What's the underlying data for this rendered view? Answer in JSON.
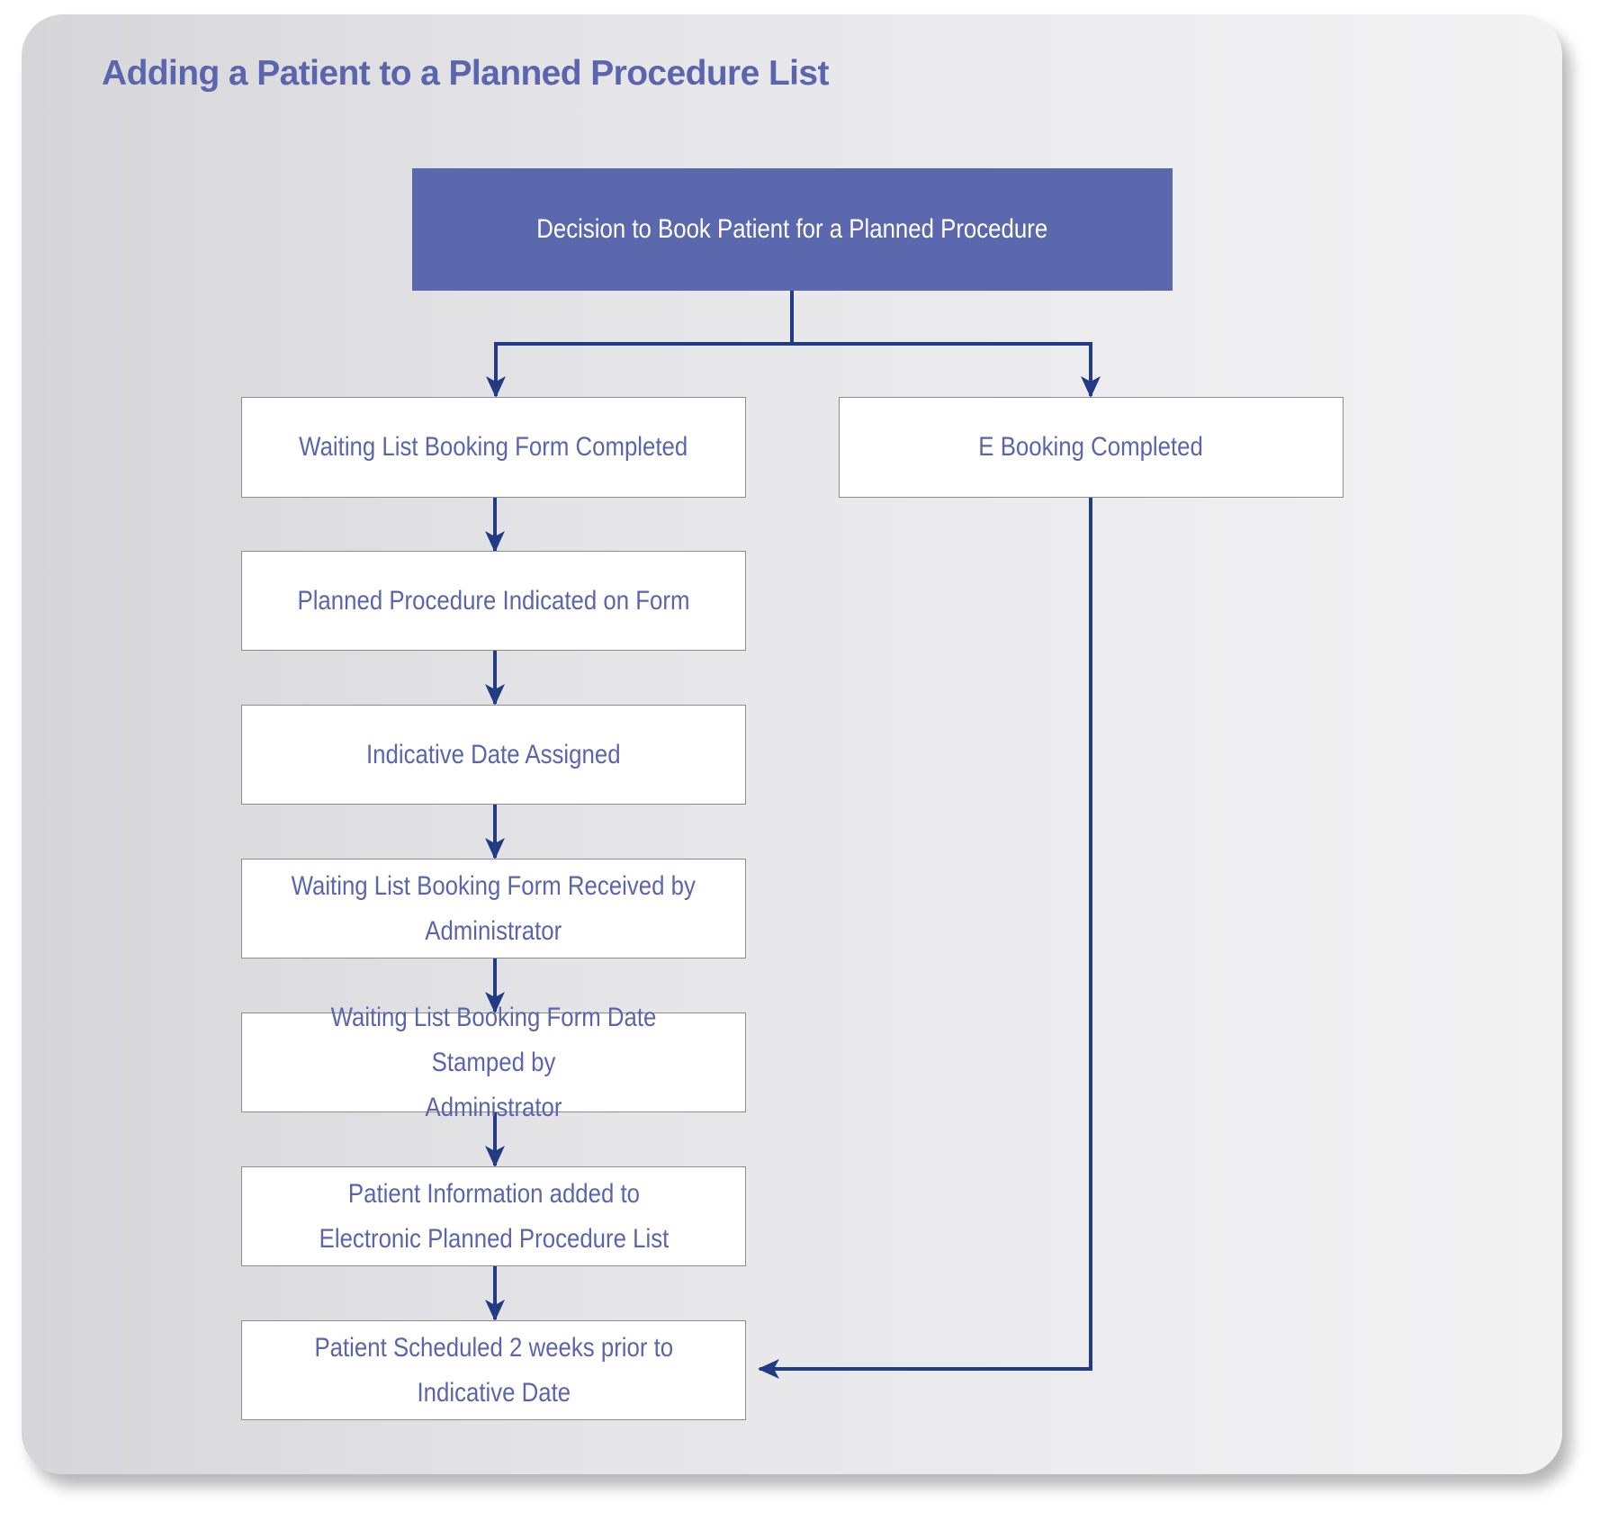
{
  "title": "Adding a Patient to a Planned Procedure List",
  "nodes": {
    "decision": "Decision to Book Patient for a Planned Procedure",
    "waiting_list_form": "Waiting List Booking Form Completed",
    "e_booking": "E Booking Completed",
    "planned_procedure": "Planned Procedure Indicated on Form",
    "indicative_date": "Indicative Date Assigned",
    "form_received": "Waiting List Booking Form Received by\nAdministrator",
    "form_stamped": "Waiting List Booking Form Date Stamped by\nAdministrator",
    "info_added": "Patient Information added to\nElectronic Planned Procedure List",
    "scheduled": "Patient Scheduled 2 weeks prior to\nIndicative Date"
  },
  "edges": [
    {
      "from": "decision",
      "to": "waiting_list_form"
    },
    {
      "from": "decision",
      "to": "e_booking"
    },
    {
      "from": "waiting_list_form",
      "to": "planned_procedure"
    },
    {
      "from": "planned_procedure",
      "to": "indicative_date"
    },
    {
      "from": "indicative_date",
      "to": "form_received"
    },
    {
      "from": "form_received",
      "to": "form_stamped"
    },
    {
      "from": "form_stamped",
      "to": "info_added"
    },
    {
      "from": "info_added",
      "to": "scheduled"
    },
    {
      "from": "e_booking",
      "to": "scheduled"
    }
  ],
  "colors": {
    "accent": "#5c68ae",
    "text": "#5a65ad",
    "connector": "#233a85"
  }
}
